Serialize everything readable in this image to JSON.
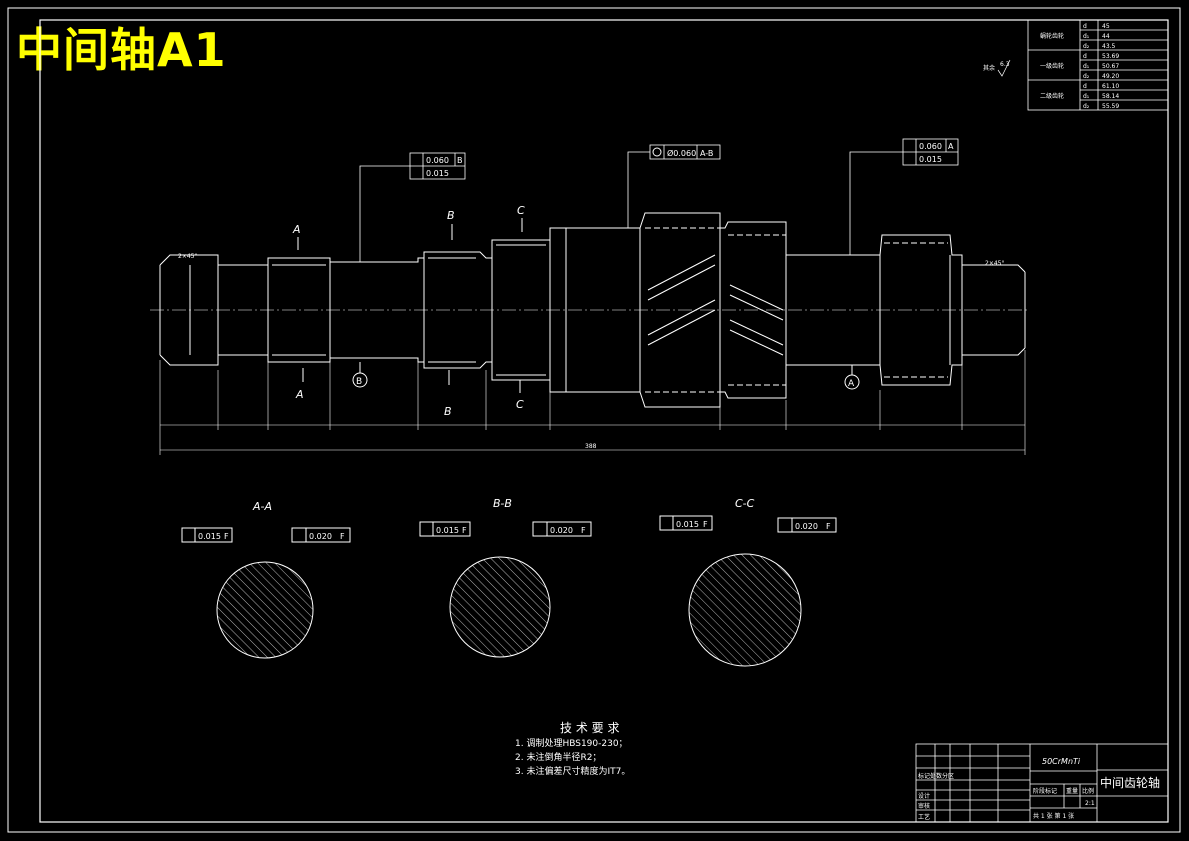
{
  "title_overlay": "中间轴A1",
  "drawing": {
    "section_views": [
      {
        "label": "A-A",
        "flatness": "0.015",
        "flat_datum": "F",
        "position_tol": "0.020",
        "position_datum": "F"
      },
      {
        "label": "B-B",
        "flatness": "0.015",
        "flat_datum": "F",
        "position_tol": "0.020",
        "position_datum": "F"
      },
      {
        "label": "C-C",
        "flatness": "0.015",
        "flat_datum": "F",
        "position_tol": "0.020",
        "position_datum": "F"
      }
    ],
    "top_callouts": [
      {
        "line1": "0.060",
        "line1_datum": "B",
        "line2": "0.015"
      },
      {
        "line1": "Ø0.060",
        "line1_datum": "A-B"
      },
      {
        "line1": "0.060",
        "line1_datum": "A",
        "line2": "0.015"
      }
    ],
    "section_markers": {
      "a": "A",
      "b": "B",
      "c": "C"
    },
    "datum_markers": {
      "a": "A",
      "b": "B"
    },
    "chamfer_left": "2×45°",
    "chamfer_right": "2×45°",
    "roughness_note": "其余",
    "roughness_value": "6.3",
    "overall_length": "388"
  },
  "gear_table": {
    "rows": [
      {
        "group": "蜗轮齿轮",
        "sym": "d",
        "val": "45"
      },
      {
        "group": "",
        "sym": "d₁",
        "val": "44"
      },
      {
        "group": "",
        "sym": "d₂",
        "val": "43.5"
      },
      {
        "group": "一级齿轮",
        "sym": "d",
        "val": "53.69"
      },
      {
        "group": "",
        "sym": "d₁",
        "val": "50.67"
      },
      {
        "group": "",
        "sym": "d₂",
        "val": "49.20"
      },
      {
        "group": "二级齿轮",
        "sym": "d",
        "val": "61.10"
      },
      {
        "group": "",
        "sym": "d₁",
        "val": "58.14"
      },
      {
        "group": "",
        "sym": "d₂",
        "val": "55.59"
      }
    ]
  },
  "tech_requirements": {
    "heading": "技 术 要 求",
    "items": [
      "1. 调制处理HBS190-230；",
      "2. 未注倒角半径R2；",
      "3. 未注偏差尺寸精度为IT7。"
    ]
  },
  "title_block": {
    "material": "50CrMnTi",
    "part_name": "中间齿轮轴",
    "labels": [
      "标记处数分区",
      "设计",
      "审核",
      "工艺",
      "阶段标记",
      "重量",
      "比例"
    ],
    "scale": "2:1",
    "sheet_info": "共 1 张   第 1 张"
  }
}
